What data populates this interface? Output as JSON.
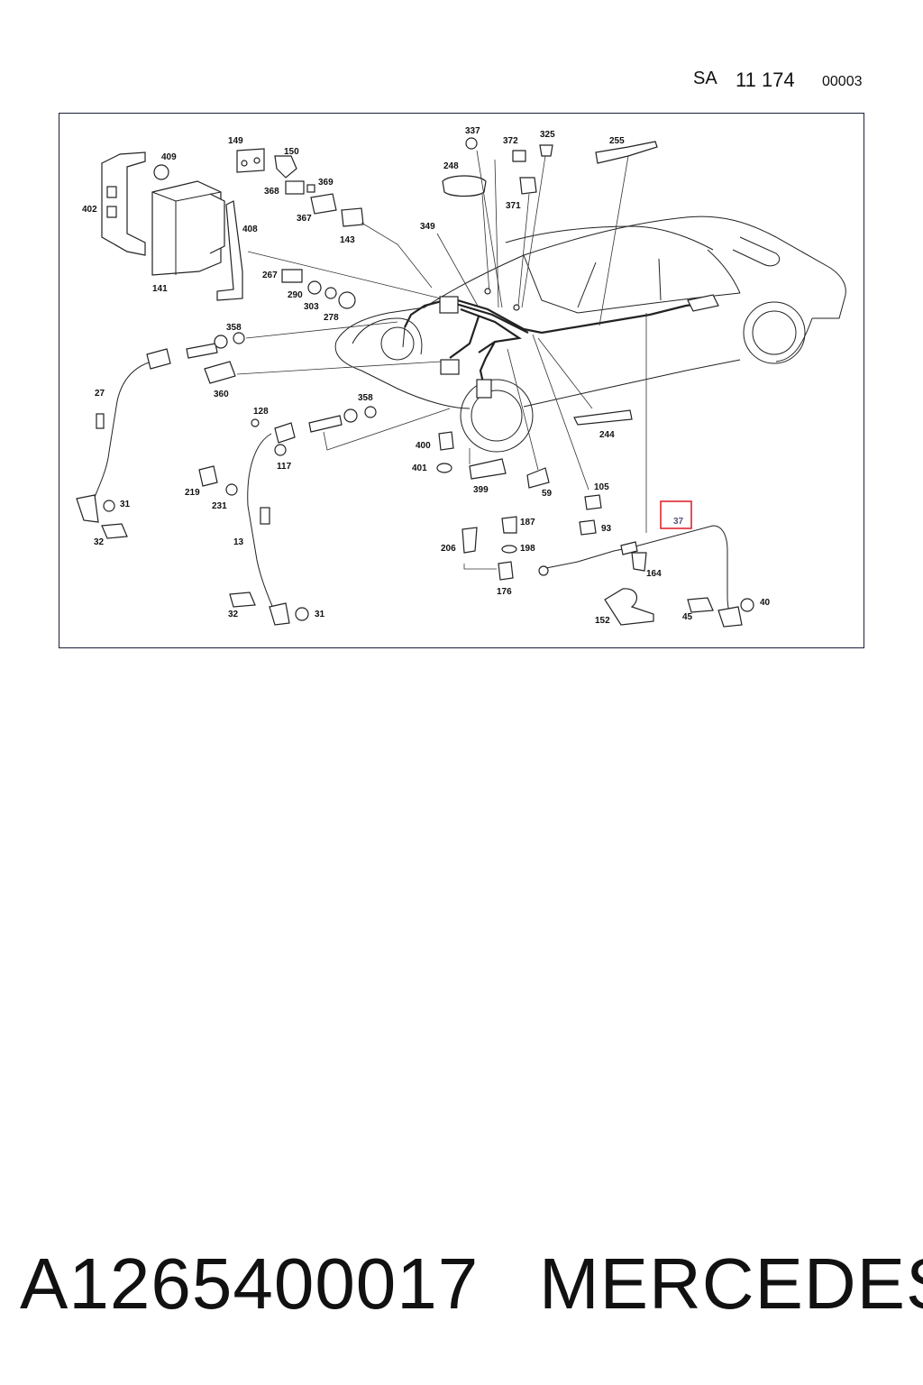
{
  "header": {
    "sa": "SA",
    "number": "11 174",
    "code": "00003"
  },
  "diagram": {
    "labels": {
      "l409": "409",
      "l402": "402",
      "l141": "141",
      "l149": "149",
      "l150": "150",
      "l368": "368",
      "l369": "369",
      "l367": "367",
      "l408": "408",
      "l143": "143",
      "l267": "267",
      "l290": "290",
      "l303": "303",
      "l278": "278",
      "l358a": "358",
      "l360": "360",
      "l27": "27",
      "l31a": "31",
      "l32a": "32",
      "l128": "128",
      "l358b": "358",
      "l117": "117",
      "l219": "219",
      "l231": "231",
      "l13": "13",
      "l32b": "32",
      "l31b": "31",
      "l337": "337",
      "l372": "372",
      "l325": "325",
      "l248": "248",
      "l371": "371",
      "l349": "349",
      "l255": "255",
      "l244": "244",
      "l400": "400",
      "l401": "401",
      "l399": "399",
      "l59": "59",
      "l105": "105",
      "l93": "93",
      "l187": "187",
      "l198": "198",
      "l206": "206",
      "l176": "176",
      "l37": "37",
      "l164": "164",
      "l152": "152",
      "l45": "45",
      "l40": "40"
    },
    "highlight_color": "#e0262e"
  },
  "footer": {
    "part_number": "A1265400017",
    "brand": "MERCEDES"
  }
}
